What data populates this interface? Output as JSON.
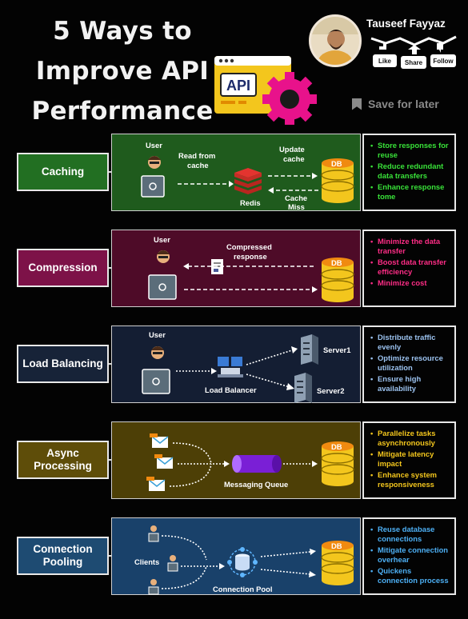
{
  "header": {
    "title_lines": [
      "5 Ways to",
      "Improve API",
      "Performance"
    ],
    "api_badge": "API",
    "author": "Tauseef Fayyaz",
    "social": [
      "Like",
      "Share",
      "Follow"
    ],
    "save_label": "Save for later"
  },
  "rows": [
    {
      "label": "Caching",
      "color": "#226f22",
      "panel": "#1f5b1d",
      "bullet_color": "#39e239",
      "diagram": {
        "user": "User",
        "read": [
          "Read from",
          "cache"
        ],
        "update": [
          "Update",
          "cache"
        ],
        "redis": "Redis",
        "miss": [
          "Cache",
          "Miss"
        ],
        "db": "DB"
      },
      "bullets": [
        "Store responses for reuse",
        "Reduce redundant data transfers",
        "Enhance response tome"
      ]
    },
    {
      "label": "Compression",
      "color": "#7d1248",
      "panel": "#4e0b28",
      "bullet_color": "#ff2d86",
      "diagram": {
        "user": "User",
        "compressed": [
          "Compressed",
          "response"
        ],
        "db": "DB"
      },
      "bullets": [
        "Minimize the data transfer",
        "Boost data transfer efficiency",
        "Minimize cost"
      ]
    },
    {
      "label": "Load Balancing",
      "color": "#172338",
      "panel": "#141e33",
      "bullet_color": "#9cc3f0",
      "diagram": {
        "user": "User",
        "lb": "Load Balancer",
        "s1": "Server1",
        "s2": "Server2"
      },
      "bullets": [
        "Distribute traffic evenly",
        "Optimize resource utilization",
        "Ensure high availability"
      ]
    },
    {
      "label": "Async Processing",
      "color": "#5e4d09",
      "panel": "#4d3f06",
      "bullet_color": "#f3c61d",
      "diagram": {
        "queue": "Messaging Queue",
        "db": "DB"
      },
      "bullets": [
        "Parallelize tasks asynchronously",
        "Mitigate latency impact",
        "Enhance system responsiveness"
      ]
    },
    {
      "label": "Connection Pooling",
      "color": "#1e4b72",
      "panel": "#19416a",
      "bullet_color": "#4db0f5",
      "diagram": {
        "clients": "Clients",
        "pool": "Connection Pool",
        "db": "DB"
      },
      "bullets": [
        "Reuse database connections",
        "Mitigate connection overhear",
        "Quickens connection process"
      ]
    }
  ]
}
